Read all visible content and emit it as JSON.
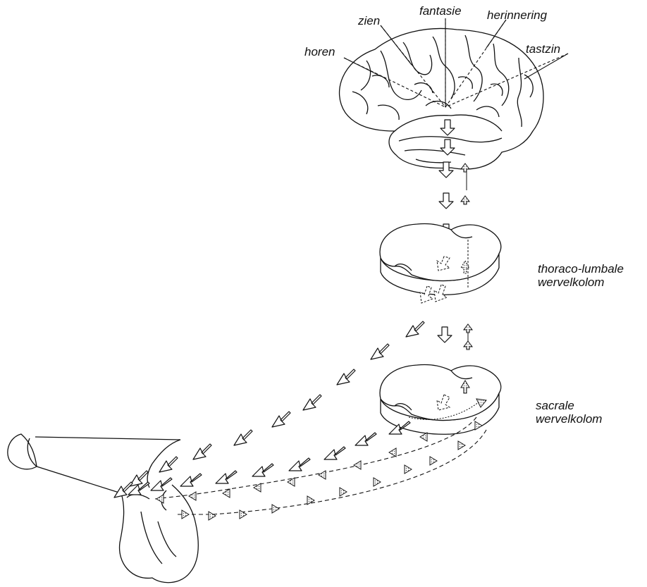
{
  "brain_labels": {
    "fantasie": "fantasie",
    "zien": "zien",
    "herinnering": "herinnering",
    "horen": "horen",
    "tastzin": "tastzin"
  },
  "vertebra_labels": {
    "thoracolumbar_line1": "thoraco-lumbale",
    "thoracolumbar_line2": "wervelkolom",
    "sacral_line1": "sacrale",
    "sacral_line2": "wervelkolom"
  },
  "colors": {
    "ink": "#111111",
    "stipple": "#bdbdbd",
    "background": "#ffffff"
  }
}
